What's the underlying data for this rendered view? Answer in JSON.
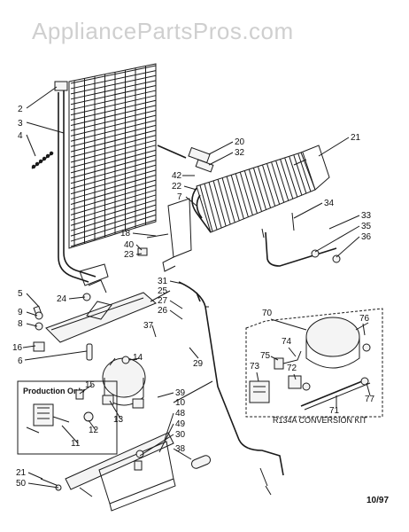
{
  "watermark": "AppliancePartsPros.com",
  "top_partial_text": "",
  "callouts": [
    {
      "id": "c2",
      "text": "2"
    },
    {
      "id": "c3",
      "text": "3"
    },
    {
      "id": "c4",
      "text": "4"
    },
    {
      "id": "c5",
      "text": "5"
    },
    {
      "id": "c9",
      "text": "9"
    },
    {
      "id": "c8",
      "text": "8"
    },
    {
      "id": "c16",
      "text": "16"
    },
    {
      "id": "c6",
      "text": "6"
    },
    {
      "id": "c24",
      "text": "24"
    },
    {
      "id": "c31",
      "text": "31"
    },
    {
      "id": "c25",
      "text": "25"
    },
    {
      "id": "c27",
      "text": "27"
    },
    {
      "id": "c26",
      "text": "26"
    },
    {
      "id": "c37",
      "text": "37"
    },
    {
      "id": "c29",
      "text": "29"
    },
    {
      "id": "c18",
      "text": "18"
    },
    {
      "id": "c40",
      "text": "40"
    },
    {
      "id": "c23",
      "text": "23"
    },
    {
      "id": "c20",
      "text": "20"
    },
    {
      "id": "c32",
      "text": "32"
    },
    {
      "id": "c42",
      "text": "42"
    },
    {
      "id": "c22",
      "text": "22"
    },
    {
      "id": "c7",
      "text": "7"
    },
    {
      "id": "c21a",
      "text": "21"
    },
    {
      "id": "c34",
      "text": "34"
    },
    {
      "id": "c33",
      "text": "33"
    },
    {
      "id": "c35",
      "text": "35"
    },
    {
      "id": "c36",
      "text": "36"
    },
    {
      "id": "c70",
      "text": "70"
    },
    {
      "id": "c76",
      "text": "76"
    },
    {
      "id": "c74",
      "text": "74"
    },
    {
      "id": "c75",
      "text": "75"
    },
    {
      "id": "c73",
      "text": "73"
    },
    {
      "id": "c72",
      "text": "72"
    },
    {
      "id": "c77",
      "text": "77"
    },
    {
      "id": "c71",
      "text": "71"
    },
    {
      "id": "c15",
      "text": "15"
    },
    {
      "id": "c14",
      "text": "14"
    },
    {
      "id": "c12",
      "text": "12"
    },
    {
      "id": "c13",
      "text": "13"
    },
    {
      "id": "c11",
      "text": "11"
    },
    {
      "id": "c39",
      "text": "39"
    },
    {
      "id": "c10",
      "text": "10"
    },
    {
      "id": "c48",
      "text": "48"
    },
    {
      "id": "c49",
      "text": "49"
    },
    {
      "id": "c30",
      "text": "30"
    },
    {
      "id": "c38",
      "text": "38"
    },
    {
      "id": "c21b",
      "text": "21"
    },
    {
      "id": "c50",
      "text": "50"
    }
  ],
  "production_only_label": "Production Only",
  "conversion_kit_label": "R134A  CONVERSION  KIT",
  "date_code": "10/97"
}
